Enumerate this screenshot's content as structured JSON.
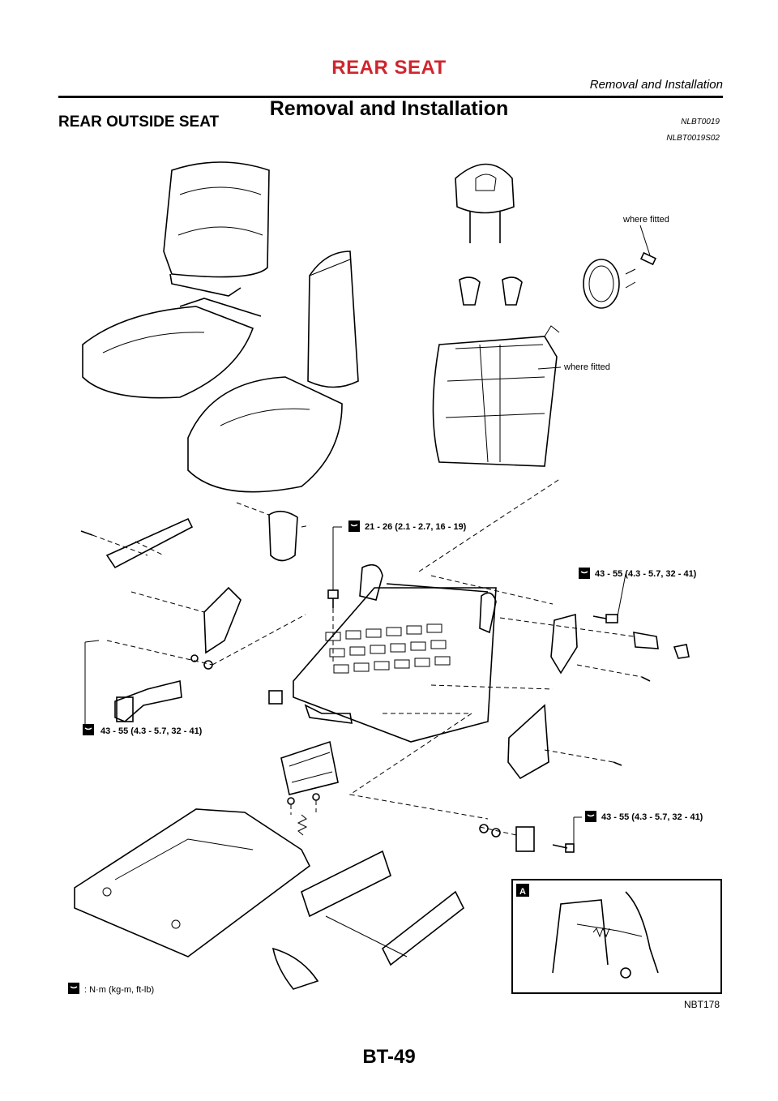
{
  "header": {
    "title": "REAR SEAT",
    "subtitle": "Removal and Installation"
  },
  "section": {
    "title": "Removal and Installation",
    "code": "NLBT0019",
    "subtitle": "REAR OUTSIDE SEAT",
    "sub_code": "NLBT0019S02"
  },
  "diagram": {
    "callouts": {
      "where_fitted_1": "where fitted",
      "where_fitted_2": "where fitted",
      "torque_1": "21 - 26 (2.1 - 2.7, 16 - 19)",
      "torque_2": "43 - 55 (4.3 - 5.7, 32 - 41)",
      "torque_3": "43 - 55 (4.3 - 5.7, 32 - 41)",
      "torque_4": "43 - 55 (4.3 - 5.7, 32 - 41)",
      "marker_a": "A",
      "inset_marker_a": "A",
      "legend": ": N·m (kg-m, ft-lb)"
    },
    "figure_code": "NBT178"
  },
  "footer": {
    "page_number": "BT-49"
  }
}
